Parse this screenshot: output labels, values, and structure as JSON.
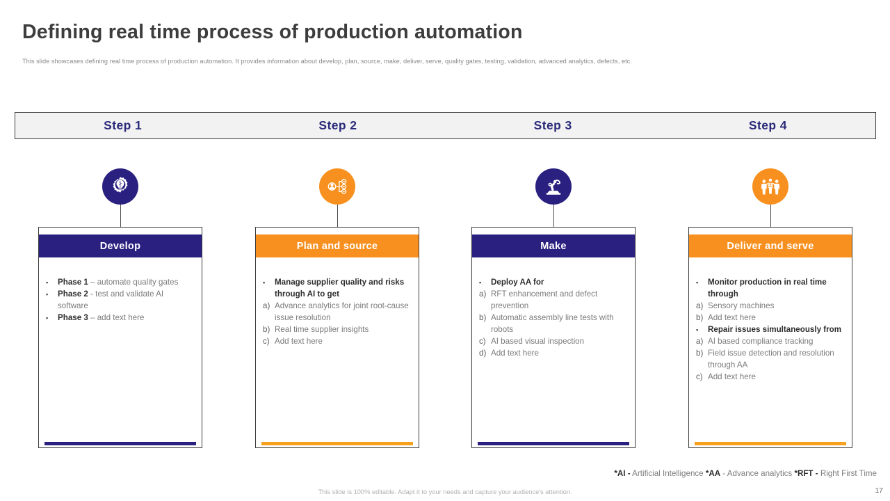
{
  "slide": {
    "title": "Defining real time process of production automation",
    "subtitle": "This slide showcases defining real time process of production automation. It provides information about develop, plan, source, make, deliver, serve, quality gates, testing, validation, advanced analytics, defects, etc.",
    "page_number": "17",
    "editable_note": "This slide is 100% editable. Adapt it to your needs and capture your audience's attention."
  },
  "colors": {
    "navy": "#2a2080",
    "orange": "#f7901e",
    "band_bg": "#f2f2f2",
    "band_border": "#3a3a3a",
    "title_text": "#3d3d3d",
    "body_text": "#7b7b7b"
  },
  "steps": [
    {
      "label": "Step 1"
    },
    {
      "label": "Step 2"
    },
    {
      "label": "Step 3"
    },
    {
      "label": "Step 4"
    }
  ],
  "columns": [
    {
      "icon_name": "gear-lightbulb-icon",
      "icon_color": "#2a2080",
      "header": "Develop",
      "header_color": "#2a2080",
      "bar_color": "#2a2080",
      "items": [
        {
          "marker": "▪",
          "type": "square",
          "lead": "Phase 1",
          "text": " – automate quality gates"
        },
        {
          "marker": "▪",
          "type": "square",
          "lead": "Phase 2",
          "text": " - test and validate AI software"
        },
        {
          "marker": "▪",
          "type": "square",
          "lead": "Phase 3",
          "text": " – add text here"
        }
      ]
    },
    {
      "icon_name": "supplier-network-icon",
      "icon_color": "#f7901e",
      "header": "Plan and source",
      "header_color": "#f7901e",
      "bar_color": "#f7a01e",
      "items": [
        {
          "marker": "▪",
          "type": "square",
          "bold": true,
          "text": "Manage supplier quality and risks through AI  to get"
        },
        {
          "marker": "a)",
          "type": "alpha",
          "text": "Advance analytics for joint root-cause issue resolution"
        },
        {
          "marker": "b)",
          "type": "alpha",
          "text": "Real time supplier insights"
        },
        {
          "marker": "c)",
          "type": "alpha",
          "text": "Add text here"
        }
      ]
    },
    {
      "icon_name": "robotic-arm-icon",
      "icon_color": "#2a2080",
      "header": "Make",
      "header_color": "#2a2080",
      "bar_color": "#2a2080",
      "items": [
        {
          "marker": "▪",
          "type": "square",
          "bold": true,
          "text": "Deploy AA  for"
        },
        {
          "marker": "a)",
          "type": "alpha",
          "text": "RFT  enhancement  and  defect prevention"
        },
        {
          "marker": "b)",
          "type": "alpha",
          "text": "Automatic assembly line tests with robots"
        },
        {
          "marker": "c)",
          "type": "alpha",
          "text": "AI based visual inspection"
        },
        {
          "marker": "d)",
          "type": "alpha",
          "text": "Add text here"
        }
      ]
    },
    {
      "icon_name": "delivery-handoff-icon",
      "icon_color": "#f7901e",
      "header": "Deliver and serve",
      "header_color": "#f7901e",
      "bar_color": "#f7a01e",
      "items": [
        {
          "marker": "▪",
          "type": "square",
          "bold": true,
          "text": "Monitor production in real time through"
        },
        {
          "marker": "a)",
          "type": "alpha",
          "text": "Sensory machines"
        },
        {
          "marker": "b)",
          "type": "alpha",
          "text": "Add text here"
        },
        {
          "marker": "▪",
          "type": "square",
          "bold": true,
          "text": "Repair issues simultaneously  from"
        },
        {
          "marker": "a)",
          "type": "alpha",
          "text": "AI based compliance tracking"
        },
        {
          "marker": "b)",
          "type": "alpha",
          "text": "Field issue detection and resolution through  AA"
        },
        {
          "marker": "c)",
          "type": "alpha",
          "text": "Add text here"
        }
      ]
    }
  ],
  "legend": {
    "parts": [
      {
        "bold": "*AI -",
        "plain": " Artificial Intelligence "
      },
      {
        "bold": "*AA",
        "plain": " - Advance analytics "
      },
      {
        "bold": "*RFT -",
        "plain": " Right First Time"
      }
    ]
  }
}
